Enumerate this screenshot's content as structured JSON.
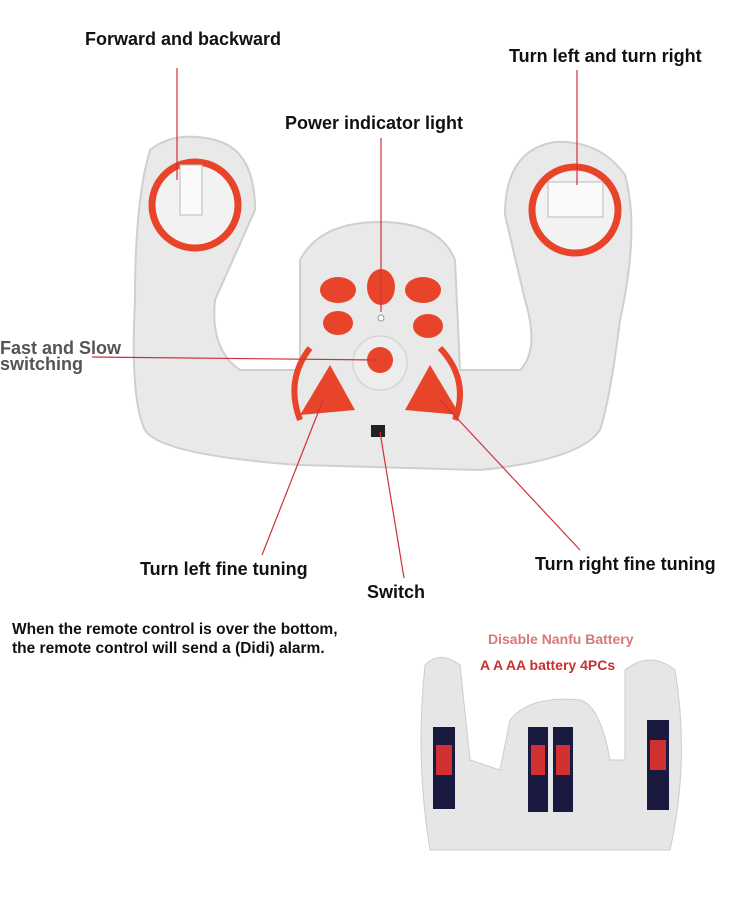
{
  "labels": {
    "forward_backward": "Forward and backward",
    "turn_left_right": "Turn left and turn right",
    "power_light": "Power indicator light",
    "fast_slow_1": "Fast and Slow",
    "fast_slow_2": "switching",
    "left_fine": "Turn left fine tuning",
    "switch": "Switch",
    "right_fine": "Turn right fine tuning"
  },
  "note": {
    "line1": "When the remote control is over the bottom,",
    "line2": "the remote control will send a (Didi) alarm."
  },
  "battery": {
    "warning": "Disable Nanfu Battery",
    "spec": "A A AA battery 4PCs"
  },
  "colors": {
    "accent": "#e8442a",
    "body": "#e9e9e9",
    "line": "#d0303a"
  }
}
